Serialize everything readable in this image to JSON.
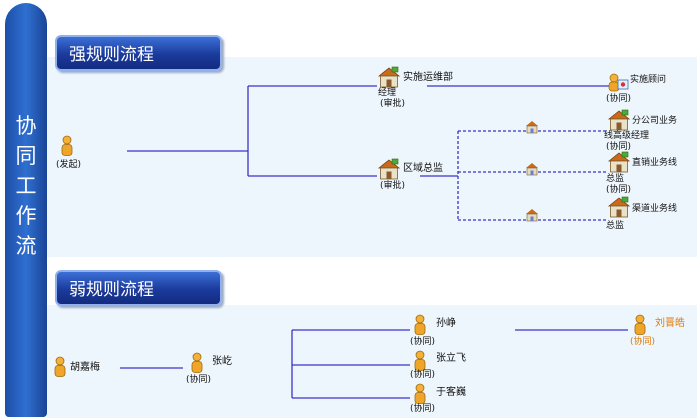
{
  "sidebar": {
    "title_chars": [
      "协",
      "同",
      "工",
      "作",
      "流"
    ]
  },
  "strong": {
    "title": "强规则流程",
    "start": {
      "role": "(发起)"
    },
    "impl_mgr": {
      "name": "实施运维部",
      "name2": "经理",
      "role": "(审批)"
    },
    "consultant": {
      "name": "实施顾问",
      "role": "(协同)"
    },
    "region": {
      "name": "区域总监",
      "role": "(审批)"
    },
    "branch": {
      "name": "分公司业务",
      "name2": "线高级经理",
      "role": "(协同)"
    },
    "direct": {
      "name": "直销业务线",
      "name2": "总监",
      "role": "(协同)"
    },
    "channel": {
      "name": "渠道业务线",
      "name2": "总监"
    }
  },
  "weak": {
    "title": "弱规则流程",
    "hu": {
      "name": "胡嘉梅"
    },
    "zhang_yi": {
      "name": "张屹",
      "role": "(协同)"
    },
    "sun": {
      "name": "孙峥",
      "role": "(协同)"
    },
    "zhang_lf": {
      "name": "张立飞",
      "role": "(协同)"
    },
    "yu": {
      "name": "于客巍",
      "role": "(协同)"
    },
    "liu": {
      "name": "刘晋皓",
      "role": "(协同)"
    }
  },
  "colors": {
    "line": "#3a33c8",
    "banner": "#1b3a9c",
    "panel": "#eef6fd",
    "accent": "#e07800"
  }
}
